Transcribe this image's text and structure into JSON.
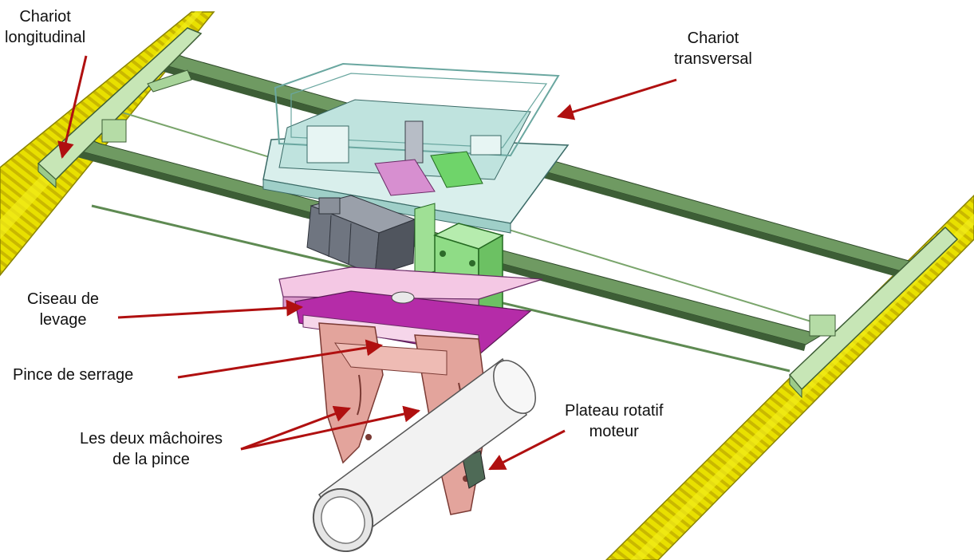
{
  "labels": {
    "chariot_longitudinal": {
      "line1": "Chariot",
      "line2": "longitudinal"
    },
    "chariot_transversal": {
      "line1": "Chariot",
      "line2": "transversal"
    },
    "ciseau_levage": {
      "line1": "Ciseau de",
      "line2": "levage"
    },
    "pince_serrage": {
      "line1": "Pince de serrage"
    },
    "machoires": {
      "line1": "Les deux mâchoires",
      "line2": "de la pince"
    },
    "plateau_rotatif": {
      "line1": "Plateau rotatif",
      "line2": "moteur"
    }
  },
  "colors": {
    "arrow": "#b01010",
    "rail_yellow": "#e8e000",
    "rail_green": "#b5dca6",
    "beam_green": "#5e8a52",
    "motor_gray": "#6f7580",
    "gearbox_green": "#8fdc86",
    "scissor_magenta": "#b52ca8",
    "scissor_pink": "#f4c8e4",
    "clamp_pink": "#e3a49c",
    "tube_white": "#f2f2f2",
    "platform_cyan": "#bfe3de"
  }
}
